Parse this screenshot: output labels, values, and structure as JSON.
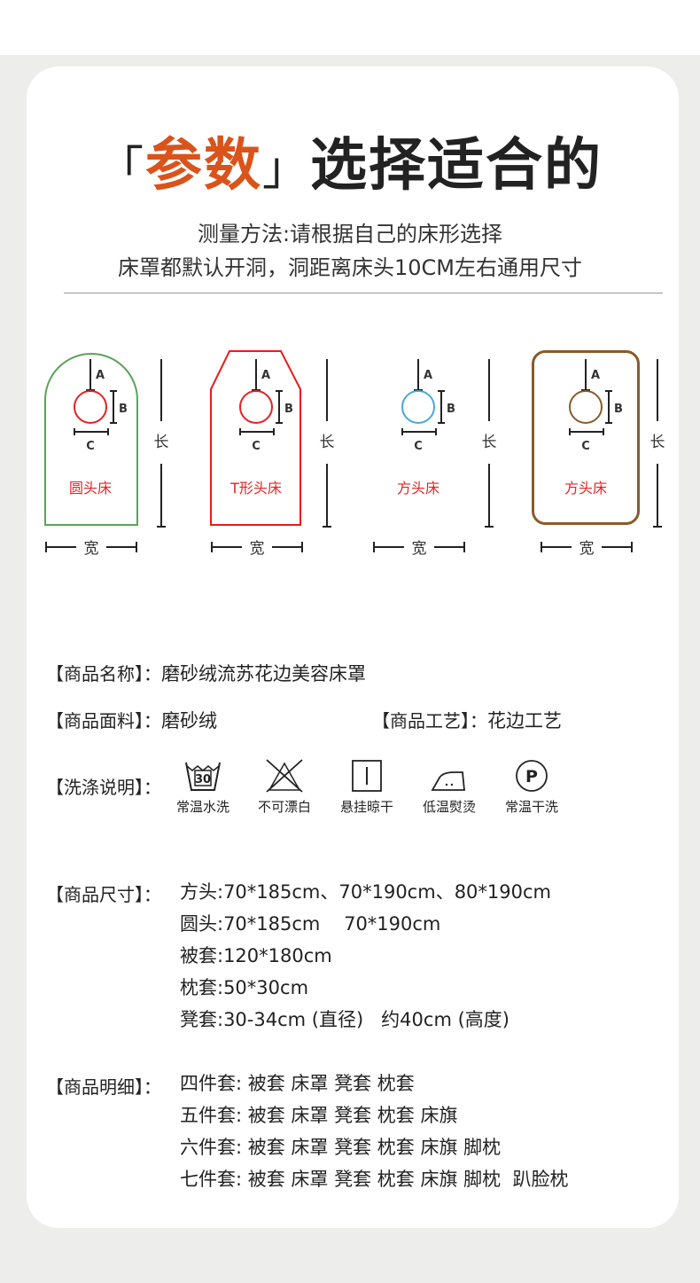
{
  "title": {
    "open": "「",
    "highlight": "参数",
    "close": "」",
    "rest": "选择适合的"
  },
  "subtitle": [
    "测量方法:请根据自己的床形选择",
    "床罩都默认开洞，洞距离床头10CM左右通用尺寸"
  ],
  "beds": [
    {
      "name": "圆头床",
      "shape": "round",
      "color": "#5aa35a",
      "hole": "#e52222"
    },
    {
      "name": "T形头床",
      "shape": "t",
      "color": "#e81c1c",
      "hole": "#e52222"
    },
    {
      "name": "方头床",
      "shape": "none",
      "color": "#ffffff",
      "hole": "#4aa8d8"
    },
    {
      "name": "方头床",
      "shape": "rounded",
      "color": "#8b5a2b",
      "hole": "#8b5a2b"
    }
  ],
  "bed_labels": {
    "a": "A",
    "b": "B",
    "c": "C",
    "length": "长",
    "width": "宽"
  },
  "colors": {
    "accent": "#d9541a",
    "bed_name": "#e52222"
  },
  "product": {
    "name_label": "【商品名称】：",
    "name": "磨砂绒流苏花边美容床罩",
    "fabric_label": "【商品面料】：",
    "fabric": "磨砂绒",
    "craft_label": "【商品工艺】：",
    "craft": "花边工艺",
    "wash_label": "【洗涤说明】：",
    "care": [
      {
        "icon": "wash-30-icon",
        "label": "常温水洗",
        "text": "30"
      },
      {
        "icon": "no-bleach-icon",
        "label": "不可漂白"
      },
      {
        "icon": "hang-dry-icon",
        "label": "悬挂晾干"
      },
      {
        "icon": "low-iron-icon",
        "label": "低温熨烫"
      },
      {
        "icon": "dry-clean-p-icon",
        "label": "常温干洗",
        "text": "P"
      }
    ],
    "size_label": "【商品尺寸】：",
    "sizes": [
      "方头:70*185cm、70*190cm、80*190cm",
      "圆头:70*185cm    70*190cm",
      "被套:120*180cm",
      "枕套:50*30cm",
      "凳套:30-34cm (直径)   约40cm (高度)"
    ],
    "detail_label": "【商品明细】：",
    "details": [
      "四件套: 被套 床罩 凳套 枕套",
      "五件套: 被套 床罩 凳套 枕套 床旗",
      "六件套: 被套 床罩 凳套 枕套 床旗 脚枕",
      "七件套: 被套 床罩 凳套 枕套 床旗 脚枕  趴脸枕"
    ]
  }
}
